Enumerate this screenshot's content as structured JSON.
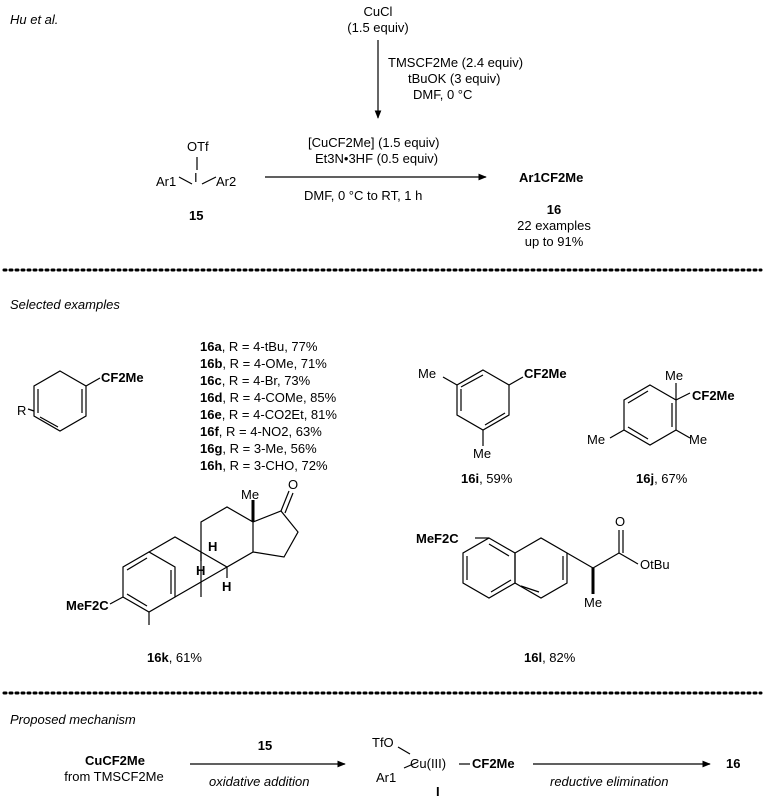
{
  "header": {
    "author": "Hu et al."
  },
  "top_reaction": {
    "cucl": "CuCl",
    "cucl_equiv": "(1.5 equiv)",
    "tms_reagent": "TMSCF2Me (2.4 equiv)",
    "base": "tBuOK (3 equiv)",
    "solvent_temp": "DMF, 0 °C",
    "triflate": "OTf",
    "iodine": "I",
    "ar1": "Ar1",
    "ar2": "Ar2",
    "substrate_id": "15",
    "reagent1": "[CuCF2Me] (1.5 equiv)",
    "reagent2": "Et3N•3HF (0.5 equiv)",
    "conditions": "DMF, 0 °C to RT, 1 h",
    "product": "Ar1CF2Me",
    "product_id": "16",
    "examples": "22 examples",
    "yield": "up to 91%"
  },
  "selected": {
    "title": "Selected examples",
    "group_label": "CF2Me",
    "r_label": "R",
    "list": [
      {
        "id": "16a",
        "text": ", R = 4-tBu, 77%"
      },
      {
        "id": "16b",
        "text": ", R = 4-OMe, 71%"
      },
      {
        "id": "16c",
        "text": ", R =  4-Br, 73%"
      },
      {
        "id": "16d",
        "text": ", R = 4-COMe, 85%"
      },
      {
        "id": "16e",
        "text": ", R = 4-CO2Et, 81%"
      },
      {
        "id": "16f",
        "text": ", R = 4-NO2, 63%"
      },
      {
        "id": "16g",
        "text": ", R = 3-Me, 56%"
      },
      {
        "id": "16h",
        "text": ", R = 3-CHO, 72%"
      }
    ],
    "me": "Me",
    "i_id": "16i",
    "i_yield": ", 59%",
    "j_id": "16j",
    "j_yield": ", 67%",
    "k_id": "16k",
    "k_yield": ", 61%",
    "l_id": "16l",
    "l_yield": ", 82%",
    "mef2c": "MeF2C",
    "o": "O",
    "h": "H",
    "otbu": "OtBu"
  },
  "mechanism": {
    "title": "Proposed mechanism",
    "start1": "CuCF2Me",
    "start2": "from TMSCF2Me",
    "reagent": "15",
    "step1": "oxidative addition",
    "tfo": "TfO",
    "complex": "Cu(III)",
    "cf2me": "CF2Me",
    "ar1": "Ar1",
    "intermediate_id": "I",
    "step2": "reductive elimination",
    "product_id": "16"
  }
}
